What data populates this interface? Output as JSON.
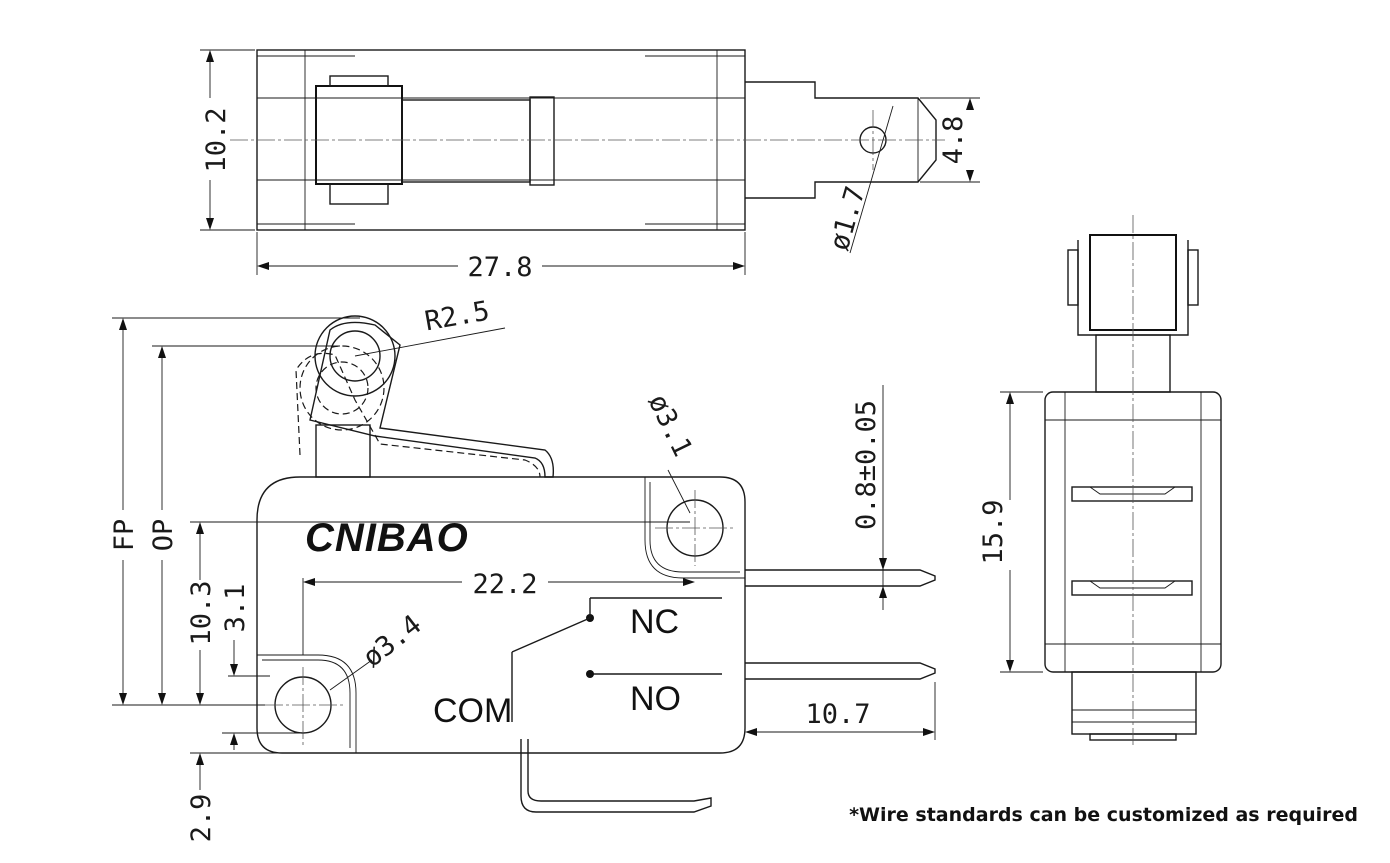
{
  "brand": {
    "logo": "CNIBAO"
  },
  "top_view": {
    "width_dim": "10.2",
    "length_dim": "27.8",
    "terminal_width_dim": "4.8",
    "terminal_hole_dim": "ø1.7"
  },
  "front_view": {
    "roller_radius_dim": "R2.5",
    "upper_hole_dim": "ø3.1",
    "lower_hole_dim": "ø3.4",
    "terminal_thickness_dim": "0.8±0.05",
    "hole_spacing_dim": "22.2",
    "fp_label": "FP",
    "op_label": "OP",
    "height_dim_1": "10.3",
    "height_dim_2": "3.1",
    "bottom_dim": "2.9",
    "terminal_length_dim": "10.7",
    "terminals": {
      "nc": "NC",
      "no": "NO",
      "com": "COM"
    }
  },
  "side_view": {
    "height_dim": "15.9"
  },
  "footnote": "*Wire standards can be customized as required"
}
